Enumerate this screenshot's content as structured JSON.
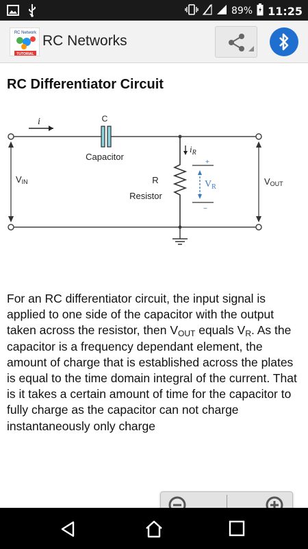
{
  "status_bar": {
    "battery_percent": "89%",
    "time": "11:25"
  },
  "app_bar": {
    "title": "RC Networks",
    "logo_text_top": "RC Network",
    "logo_text_bottom": "TUTORIAL"
  },
  "page": {
    "heading": "RC Differentiator Circuit"
  },
  "circuit": {
    "capacitor_letter": "C",
    "capacitor_label": "Capacitor",
    "current_label": "i",
    "resistor_letter": "R",
    "resistor_label": "Resistor",
    "ir_label": "i",
    "ir_sub": "R",
    "plus": "+",
    "minus": "−",
    "vr_label": "V",
    "vr_sub": "R",
    "vin_label": "V",
    "vin_sub": "IN",
    "vout_label": "V",
    "vout_sub": "OUT"
  },
  "paragraph": {
    "part1": "For an RC differentiator circuit, the input signal is applied to one side of the capacitor with the output taken across the resistor, then V",
    "vout_sub": "OUT",
    "part2": " equals V",
    "vr_sub": "R",
    "part3": ". As the capacitor is a frequency dependant element, the amount of charge that is established across the plates is equal to the time domain integral of the current. That is it takes a certain amount of time for the capacitor to fully charge as the capacitor can not charge instantaneously only charge"
  },
  "icons": {
    "share": "share-icon",
    "bluetooth": "bluetooth-icon",
    "zoom_in": "zoom-in-icon",
    "zoom_out": "zoom-out-icon"
  },
  "colors": {
    "bluetooth_blue": "#1e6fd0",
    "capacitor_teal": "#8fd3dc",
    "vr_blue": "#3a7cc4"
  }
}
